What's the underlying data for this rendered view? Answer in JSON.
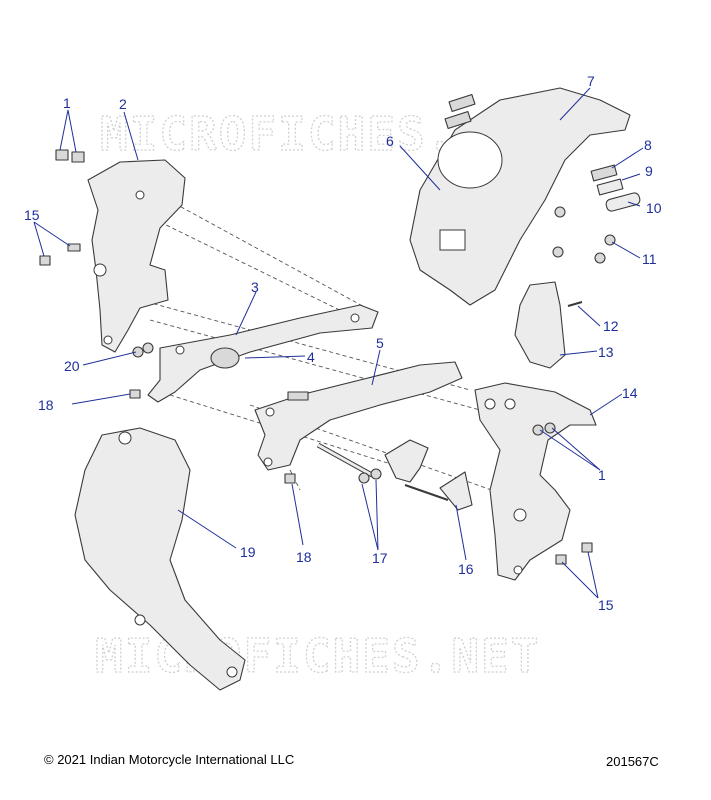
{
  "watermark": "MICROFICHES.NET",
  "copyright": "© 2021 Indian Motorcycle International LLC",
  "figure_id": "201567C",
  "callouts": [
    "1",
    "2",
    "3",
    "4",
    "5",
    "6",
    "7",
    "8",
    "9",
    "10",
    "11",
    "12",
    "13",
    "14",
    "15",
    "16",
    "17",
    "18",
    "19",
    "20"
  ],
  "colors": {
    "callout": "#1f2f9a",
    "line": "#3a3a3a",
    "fill": "#ececec"
  }
}
